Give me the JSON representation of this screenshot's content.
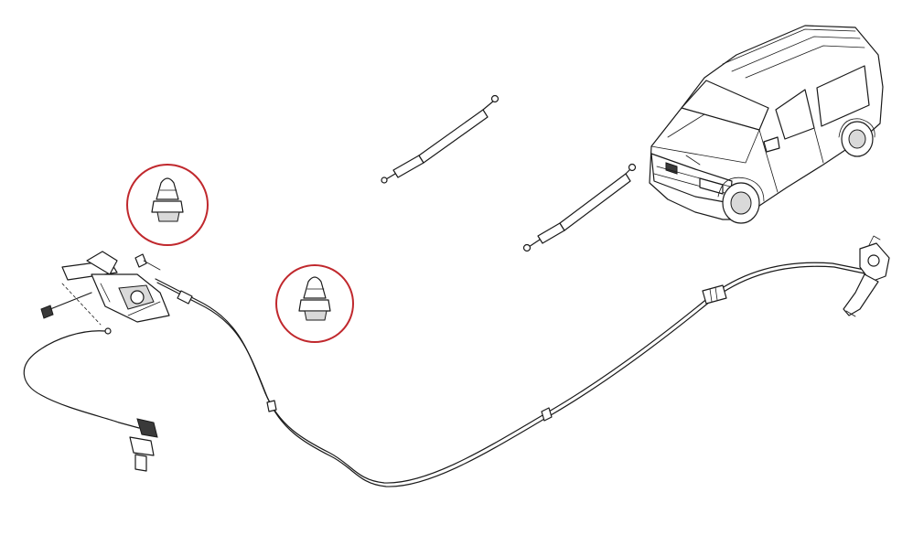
{
  "diagram": {
    "highlight_color": "#c0282d",
    "line_color": "#1a1a1a",
    "parts": [
      "van-illustration",
      "gas-strut-upper",
      "gas-strut-lower",
      "hood-bump-stop",
      "hood-bump-stop",
      "hood-lock-latch",
      "release-cable",
      "release-lever",
      "latch-sensor-cable"
    ]
  }
}
